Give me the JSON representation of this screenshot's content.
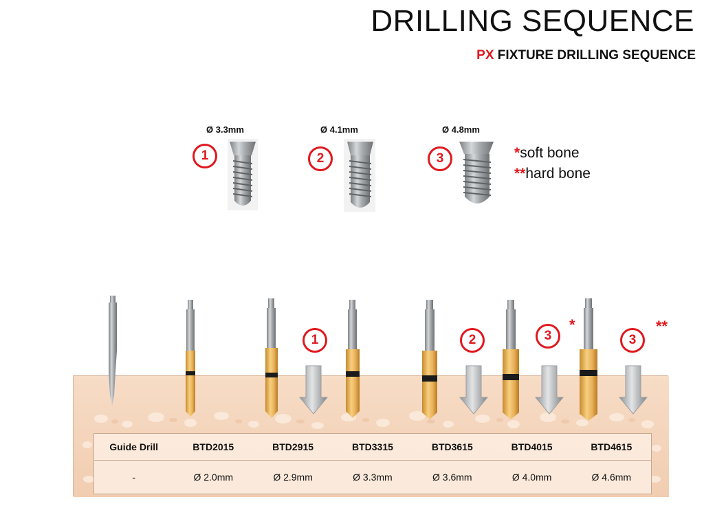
{
  "title": "DRILLING SEQUENCE",
  "subtitle": {
    "accent": "PX",
    "rest": " FIXTURE DRILLING SEQUENCE"
  },
  "fixtures": [
    {
      "number": "1",
      "diameter": "Ø 3.3mm"
    },
    {
      "number": "2",
      "diameter": "Ø 4.1mm"
    },
    {
      "number": "3",
      "diameter": "Ø 4.8mm"
    }
  ],
  "legend": [
    {
      "mark": "*",
      "text": "soft bone"
    },
    {
      "mark": "**",
      "text": "hard bone"
    }
  ],
  "sequence_markers": [
    {
      "number": "1"
    },
    {
      "number": "2"
    },
    {
      "number": "3",
      "mark": "*"
    },
    {
      "number": "3",
      "mark": "**"
    }
  ],
  "drills": [
    {
      "name": "Guide Drill",
      "diameter": "-"
    },
    {
      "name": "BTD2015",
      "diameter": "Ø 2.0mm"
    },
    {
      "name": "BTD2915",
      "diameter": "Ø 2.9mm"
    },
    {
      "name": "BTD3315",
      "diameter": "Ø 3.3mm"
    },
    {
      "name": "BTD3615",
      "diameter": "Ø 3.6mm"
    },
    {
      "name": "BTD4015",
      "diameter": "Ø 4.0mm"
    },
    {
      "name": "BTD4615",
      "diameter": "Ø 4.6mm"
    }
  ],
  "colors": {
    "accent": "#e0181e",
    "bone": "#f6d7bf",
    "drill_gold": "#e8b15a",
    "steel": "#a9adb0"
  }
}
